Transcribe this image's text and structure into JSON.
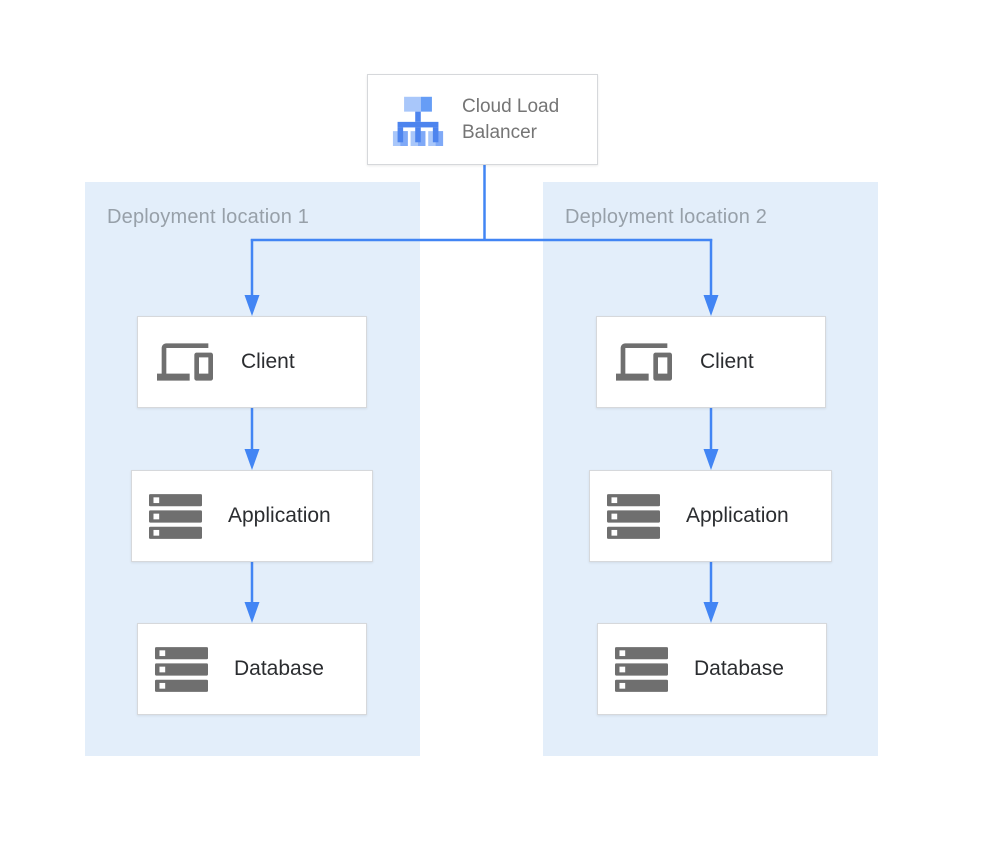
{
  "load_balancer": {
    "label": "Cloud Load Balancer",
    "icon": "load-balancer-icon"
  },
  "panels": [
    {
      "title": "Deployment location 1",
      "nodes": [
        {
          "label": "Client",
          "icon": "devices-icon"
        },
        {
          "label": "Application",
          "icon": "server-stack-icon"
        },
        {
          "label": "Database",
          "icon": "server-stack-icon"
        }
      ]
    },
    {
      "title": "Deployment location 2",
      "nodes": [
        {
          "label": "Client",
          "icon": "devices-icon"
        },
        {
          "label": "Application",
          "icon": "server-stack-icon"
        },
        {
          "label": "Database",
          "icon": "server-stack-icon"
        }
      ]
    }
  ],
  "colors": {
    "arrow_blue": "#4285F4",
    "panel_background": "#E3EEFA",
    "panel_title_gray": "#97A0A9",
    "node_border_gray": "#D6D8DB",
    "node_label_dark": "#2B2D30",
    "lb_label_gray": "#757575",
    "icon_gray": "#6F6F6F",
    "lb_icon_light_blue": "#A9C7FA",
    "lb_icon_mid_blue": "#669DF6",
    "lb_icon_dark_blue": "#4D84EE"
  }
}
